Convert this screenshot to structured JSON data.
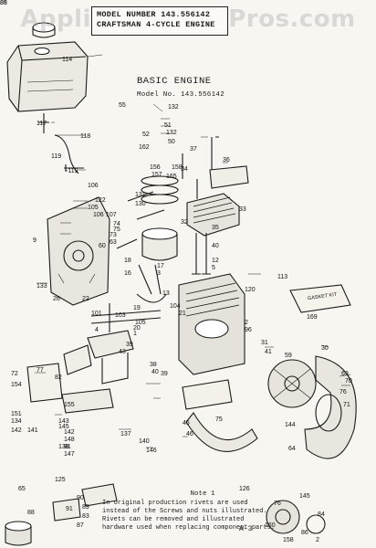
{
  "watermark": "AppliancePartsPros.com",
  "header": {
    "line1": "MODEL NUMBER 143.556142",
    "line2": "CRAFTSMAN 4-CYCLE ENGINE"
  },
  "section": {
    "title": "BASIC ENGINE",
    "model": "Model No. 143.556142"
  },
  "note": {
    "title": "Note 1",
    "text": "In original production rivets are used instead of the Screws and nuts illustrated. Rivets can be removed and illustrated hardware used when replacing component parts."
  },
  "page_number": "A-3",
  "gasket_kit_label": "GASKET KIT",
  "part_labels": [
    "114",
    "117",
    "118",
    "119",
    "-119",
    "55",
    "132",
    "51",
    "52",
    "162",
    "132",
    "50",
    "37",
    "36",
    "156",
    "157",
    "158",
    "165",
    "34",
    "131",
    "130",
    "106",
    "122",
    "105",
    "106",
    "107",
    "74",
    "75",
    "73",
    "63",
    "60",
    "33",
    "32",
    "35",
    "40",
    "12",
    "5",
    "9",
    "133",
    "26",
    "17",
    "18",
    "16",
    "3",
    "120",
    "13",
    "19",
    "4",
    "22",
    "101",
    "103",
    "105",
    "104",
    "21",
    "20",
    "1",
    "2",
    "96",
    "31",
    "41",
    "113",
    "169",
    "39",
    "43",
    "38",
    "40",
    "39",
    "30",
    "59",
    "69",
    "70",
    "76",
    "71",
    "72",
    "77",
    "154",
    "82",
    "155",
    "151",
    "134",
    "142",
    "141",
    "143",
    "145",
    "142",
    "148",
    "81",
    "147",
    "138",
    "137",
    "140",
    "146",
    "45",
    "46",
    "75",
    "144",
    "64",
    "126",
    "125",
    "65",
    "90",
    "91",
    "89",
    "83",
    "88",
    "87",
    "76",
    "145",
    "84",
    "160",
    "158",
    "86",
    "2",
    "88",
    "85"
  ]
}
